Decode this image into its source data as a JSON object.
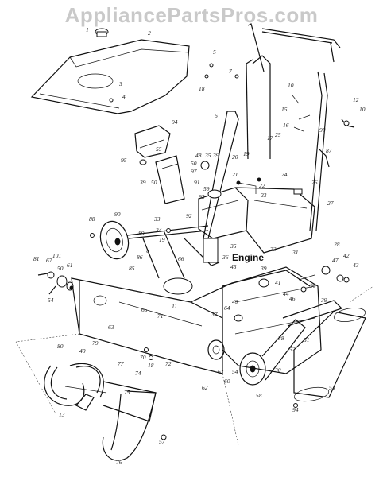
{
  "watermark": "AppliancePartsPros.com",
  "engine_label": "Engine",
  "callouts": [
    {
      "id": "c1",
      "text": "1"
    },
    {
      "id": "c2",
      "text": "2"
    },
    {
      "id": "c3",
      "text": "3"
    },
    {
      "id": "c4",
      "text": "4"
    },
    {
      "id": "c5",
      "text": "5"
    },
    {
      "id": "c7",
      "text": "7"
    },
    {
      "id": "c18",
      "text": "18"
    },
    {
      "id": "c6",
      "text": "6"
    },
    {
      "id": "c10",
      "text": "10"
    },
    {
      "id": "c15",
      "text": "15"
    },
    {
      "id": "c16",
      "text": "16"
    },
    {
      "id": "c98",
      "text": "98"
    },
    {
      "id": "c12",
      "text": "12"
    },
    {
      "id": "c10b",
      "text": "10"
    },
    {
      "id": "c94",
      "text": "94"
    },
    {
      "id": "c55",
      "text": "55"
    },
    {
      "id": "c95",
      "text": "95"
    },
    {
      "id": "c48",
      "text": "48"
    },
    {
      "id": "c35",
      "text": "35"
    },
    {
      "id": "c39",
      "text": "39"
    },
    {
      "id": "c50",
      "text": "50"
    },
    {
      "id": "c97",
      "text": "97"
    },
    {
      "id": "c19",
      "text": "19"
    },
    {
      "id": "c20",
      "text": "20"
    },
    {
      "id": "c17",
      "text": "17"
    },
    {
      "id": "c25",
      "text": "25"
    },
    {
      "id": "c87",
      "text": "87"
    },
    {
      "id": "c21",
      "text": "21"
    },
    {
      "id": "c22",
      "text": "22"
    },
    {
      "id": "c23",
      "text": "23"
    },
    {
      "id": "c24",
      "text": "24"
    },
    {
      "id": "c26",
      "text": "26"
    },
    {
      "id": "c27",
      "text": "27"
    },
    {
      "id": "c91",
      "text": "91"
    },
    {
      "id": "c39b",
      "text": "39"
    },
    {
      "id": "c50b",
      "text": "50"
    },
    {
      "id": "c59",
      "text": "59"
    },
    {
      "id": "c93",
      "text": "93"
    },
    {
      "id": "c92",
      "text": "92"
    },
    {
      "id": "c33",
      "text": "33"
    },
    {
      "id": "c34",
      "text": "34"
    },
    {
      "id": "c88",
      "text": "88"
    },
    {
      "id": "c90",
      "text": "90"
    },
    {
      "id": "c89",
      "text": "89"
    },
    {
      "id": "c35b",
      "text": "35"
    },
    {
      "id": "c32",
      "text": "32"
    },
    {
      "id": "c28",
      "text": "28"
    },
    {
      "id": "c31",
      "text": "31"
    },
    {
      "id": "c36",
      "text": "36"
    },
    {
      "id": "c9",
      "text": "9"
    },
    {
      "id": "c19b",
      "text": "19"
    },
    {
      "id": "c86",
      "text": "86"
    },
    {
      "id": "c66",
      "text": "66"
    },
    {
      "id": "c85",
      "text": "85"
    },
    {
      "id": "c81",
      "text": "81"
    },
    {
      "id": "c67",
      "text": "67"
    },
    {
      "id": "c101",
      "text": "101"
    },
    {
      "id": "c50c",
      "text": "50"
    },
    {
      "id": "c61",
      "text": "61"
    },
    {
      "id": "c54",
      "text": "54"
    },
    {
      "id": "c45",
      "text": "45"
    },
    {
      "id": "c39c",
      "text": "39"
    },
    {
      "id": "c41",
      "text": "41"
    },
    {
      "id": "c47",
      "text": "47"
    },
    {
      "id": "c42",
      "text": "42"
    },
    {
      "id": "c43",
      "text": "43"
    },
    {
      "id": "c44",
      "text": "44"
    },
    {
      "id": "c46",
      "text": "46"
    },
    {
      "id": "c99",
      "text": "99"
    },
    {
      "id": "c39d",
      "text": "39"
    },
    {
      "id": "c63",
      "text": "63"
    },
    {
      "id": "c65",
      "text": "65"
    },
    {
      "id": "c71",
      "text": "71"
    },
    {
      "id": "c11",
      "text": "11"
    },
    {
      "id": "c37",
      "text": "37"
    },
    {
      "id": "c64",
      "text": "64"
    },
    {
      "id": "c49",
      "text": "49"
    },
    {
      "id": "c38",
      "text": "38"
    },
    {
      "id": "c30",
      "text": "30"
    },
    {
      "id": "c51",
      "text": "51"
    },
    {
      "id": "c52",
      "text": "52"
    },
    {
      "id": "c53",
      "text": "53"
    },
    {
      "id": "c80",
      "text": "80"
    },
    {
      "id": "c40",
      "text": "40"
    },
    {
      "id": "c79",
      "text": "79"
    },
    {
      "id": "c77",
      "text": "77"
    },
    {
      "id": "c70",
      "text": "70"
    },
    {
      "id": "c18b",
      "text": "18"
    },
    {
      "id": "c72",
      "text": "72"
    },
    {
      "id": "c62",
      "text": "62"
    },
    {
      "id": "c67b",
      "text": "67"
    },
    {
      "id": "c60",
      "text": "60"
    },
    {
      "id": "c54b",
      "text": "54"
    },
    {
      "id": "c58",
      "text": "58"
    },
    {
      "id": "c94b",
      "text": "94"
    },
    {
      "id": "c74",
      "text": "74"
    },
    {
      "id": "c75",
      "text": "75"
    },
    {
      "id": "c13",
      "text": "13"
    },
    {
      "id": "c57",
      "text": "57"
    },
    {
      "id": "c76",
      "text": "76"
    }
  ]
}
